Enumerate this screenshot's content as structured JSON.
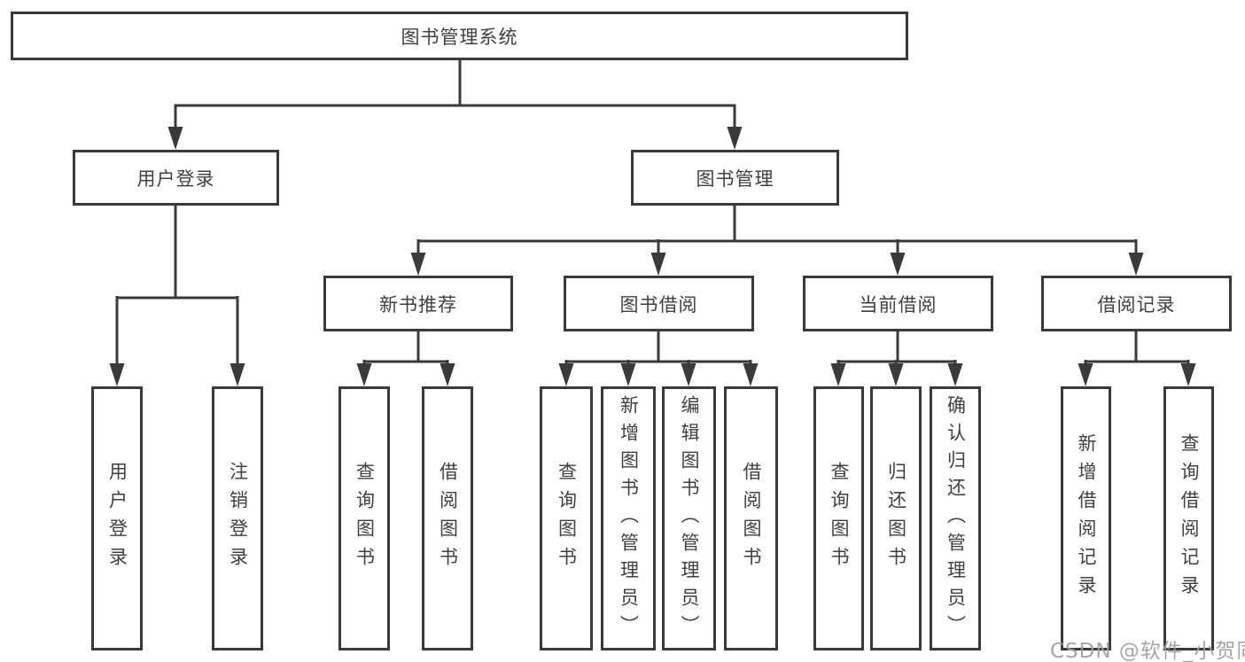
{
  "diagram": {
    "title": "图书管理系统",
    "level2": {
      "user_login": "用户登录",
      "book_mgmt": "图书管理"
    },
    "level3": {
      "new_books": "新书推荐",
      "book_borrow": "图书借阅",
      "current_borrow": "当前借阅",
      "borrow_records": "借阅记录"
    },
    "leaves": {
      "user_login_1": "用户登录",
      "user_login_2": "注销登录",
      "new_books_1": "查询图书",
      "new_books_2": "借阅图书",
      "book_borrow_1": "查询图书",
      "book_borrow_2": "新增图书（管理员）",
      "book_borrow_3": "编辑图书（管理员）",
      "book_borrow_4": "借阅图书",
      "current_borrow_1": "查询图书",
      "current_borrow_2": "归还图书",
      "current_borrow_3": "确认归还（管理员）",
      "borrow_records_1": "新增借阅记录",
      "borrow_records_2": "查询借阅记录"
    }
  },
  "watermark": "CSDN @软件_小贺同学",
  "colors": {
    "line": "#3a3a3a",
    "text": "#3f4043",
    "watermark": "#9e9e9e",
    "background": "#ffffff"
  }
}
